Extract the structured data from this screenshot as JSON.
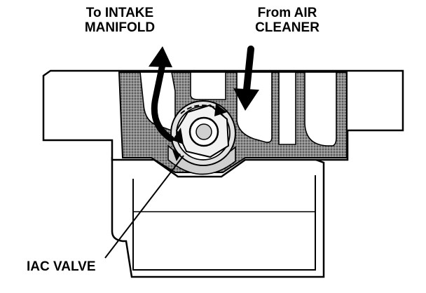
{
  "labels": {
    "to_intake": [
      "To INTAKE",
      "MANIFOLD"
    ],
    "from_air": [
      "From AIR",
      "CLEANER"
    ],
    "iac_valve": "IAC VALVE"
  },
  "colors": {
    "ink": "#000000",
    "body_fill": "#ffffff",
    "cast_fill": "#7a7a7a",
    "bore_fill": "#d9d9d9"
  },
  "icons": {
    "intake_flow": "arrow-up-icon",
    "air_flow": "arrow-down-icon",
    "rotation": "curved-arrow-icon"
  }
}
